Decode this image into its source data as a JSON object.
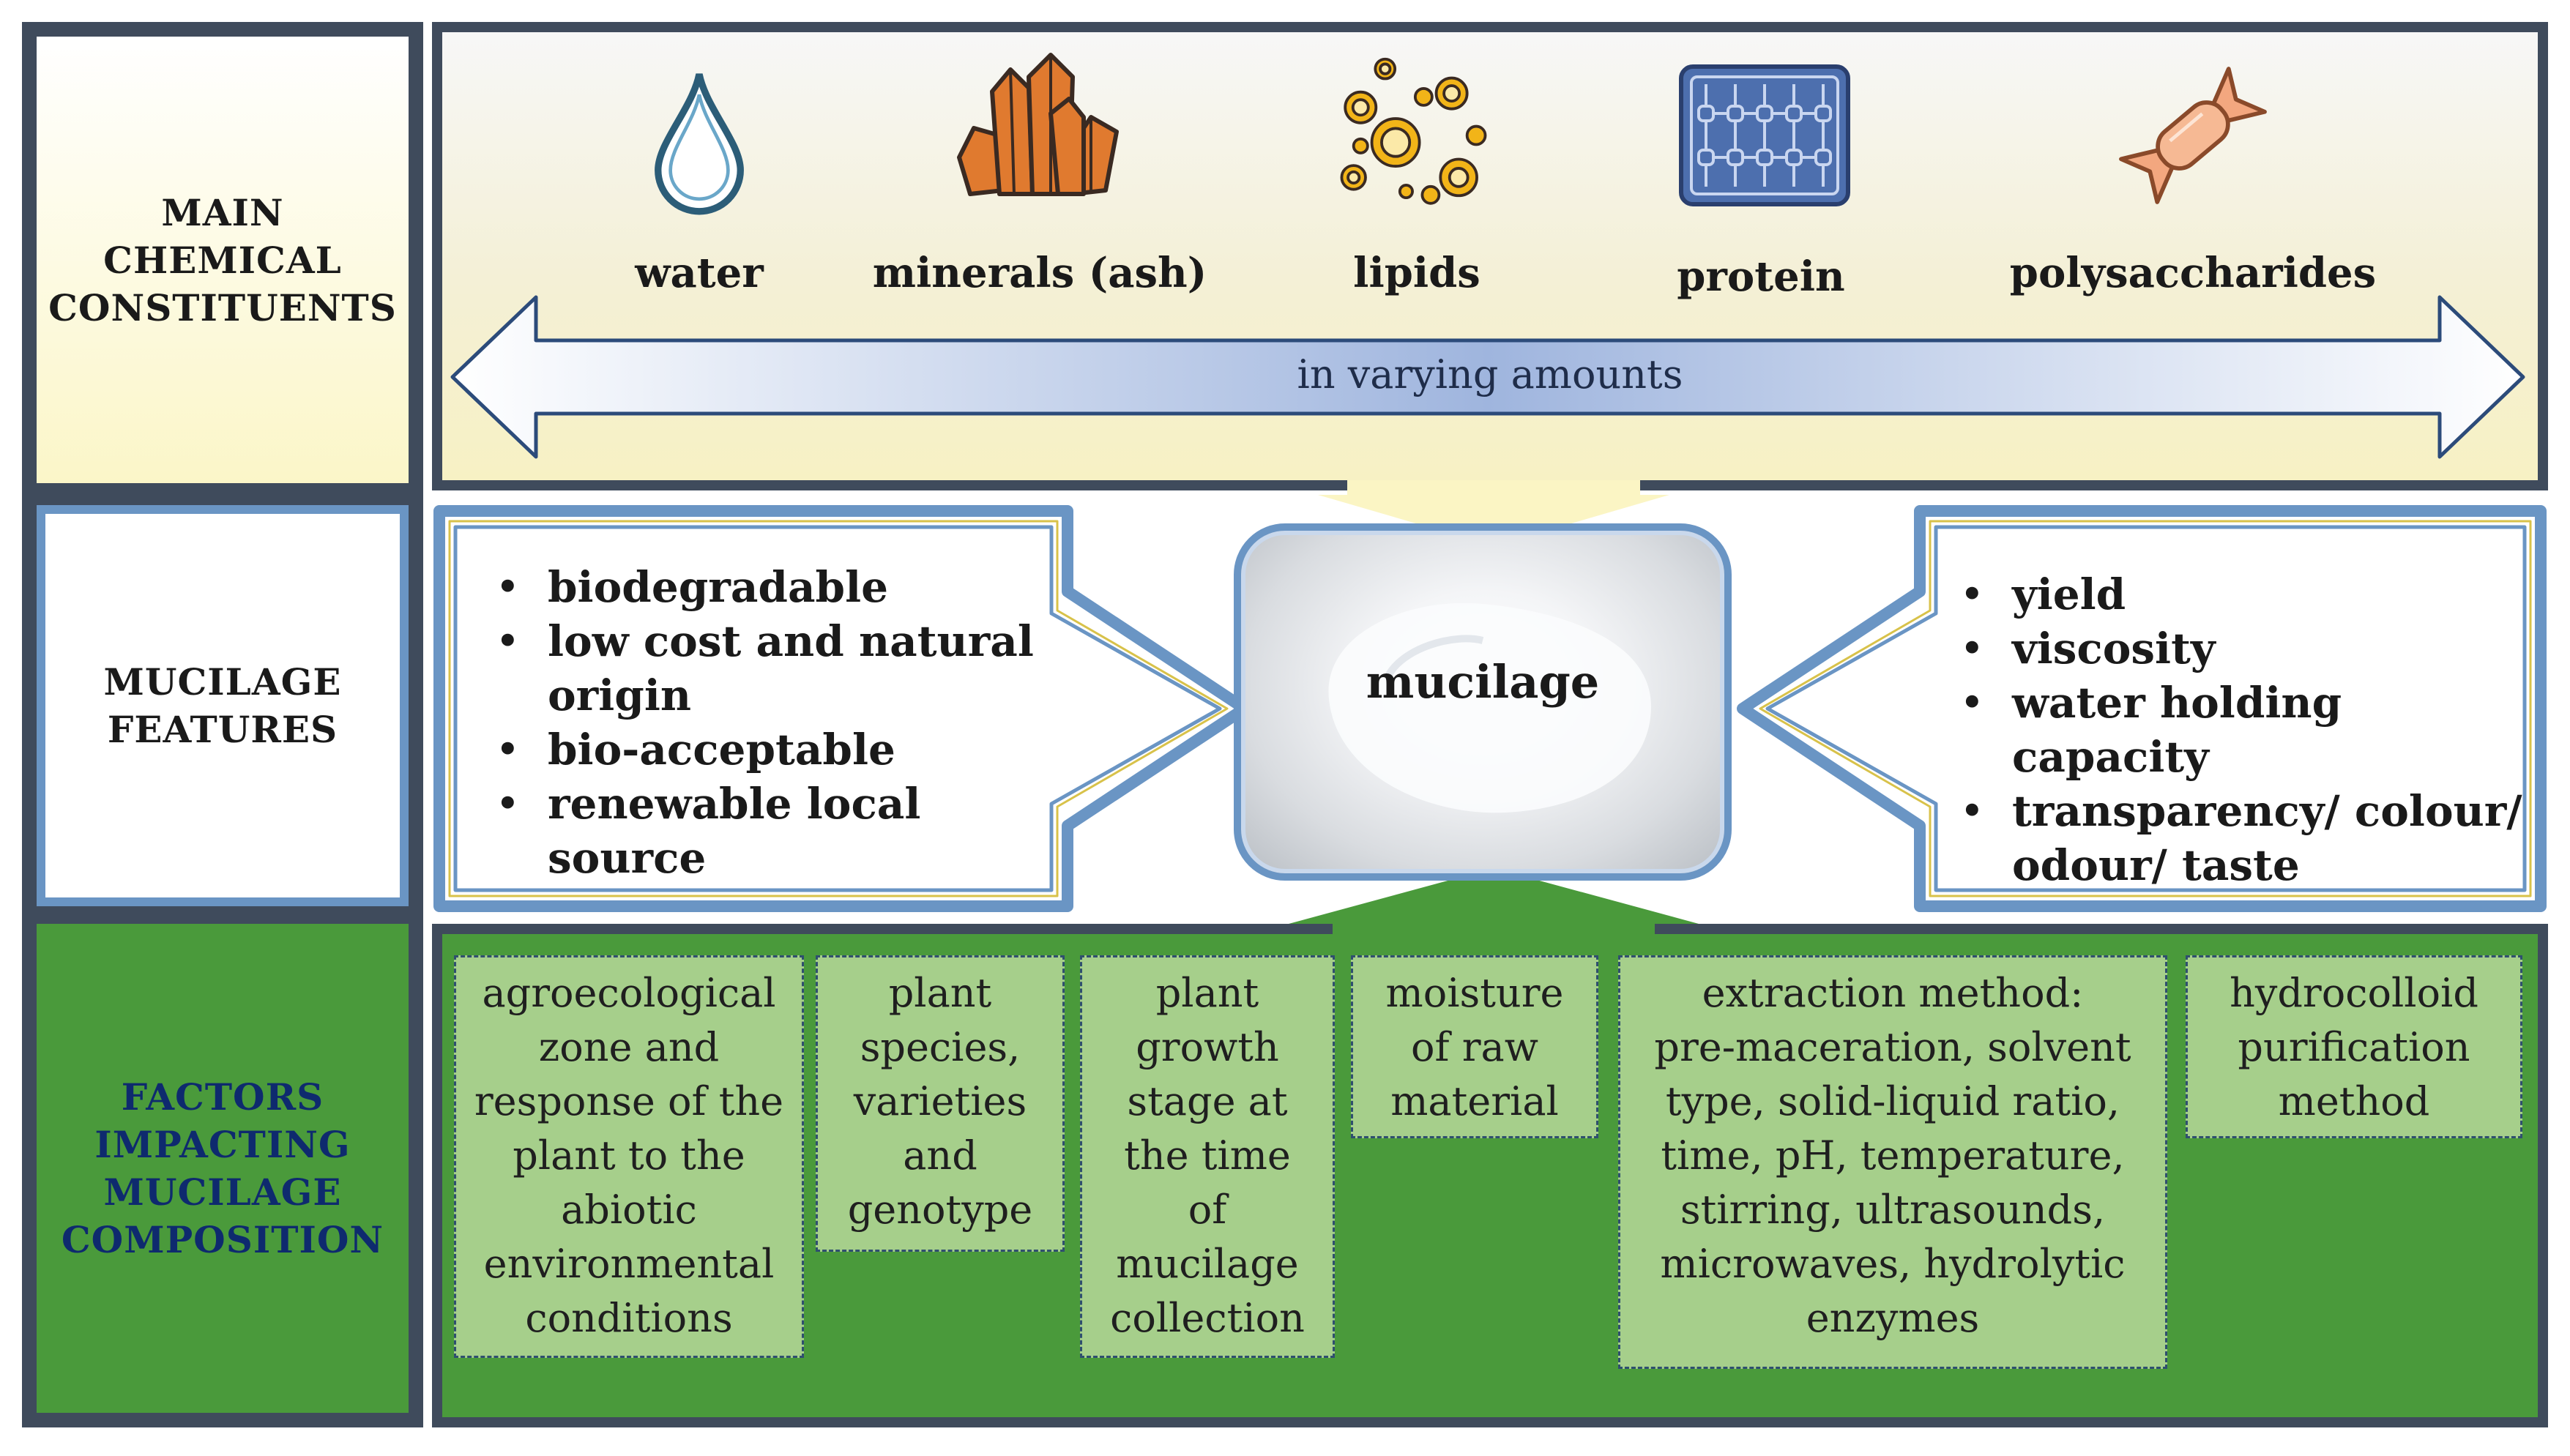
{
  "rows": {
    "constituents": "MAIN\nCHEMICAL\nCONSTITUENTS",
    "features": "MUCILAGE\nFEATURES",
    "factors": "FACTORS\nIMPACTING\nMUCILAGE\nCOMPOSITION"
  },
  "constituents": [
    {
      "label": "water",
      "icon": "water-drop-icon"
    },
    {
      "label": "minerals (ash)",
      "icon": "crystal-icon"
    },
    {
      "label": "lipids",
      "icon": "lipid-droplets-icon"
    },
    {
      "label": "protein",
      "icon": "protein-structure-icon"
    },
    {
      "label": "polysaccharides",
      "icon": "candy-icon"
    }
  ],
  "amounts_arrow": "in varying amounts",
  "center_label": "mucilage",
  "features_left": [
    "biodegradable",
    "low cost and natural\norigin",
    "bio-acceptable",
    "renewable local source"
  ],
  "features_right": [
    "yield",
    "viscosity",
    "water holding capacity",
    "transparency/ colour/\nodour/ taste"
  ],
  "factors": [
    "agroecological\nzone and\nresponse of the\nplant to the\nabiotic\nenvironmental\nconditions",
    "plant\nspecies,\nvarieties\nand\ngenotype",
    "plant\ngrowth\nstage at\nthe time\nof\nmucilage\ncollection",
    "moisture\nof raw\nmaterial",
    "extraction method:\npre-maceration, solvent\ntype, solid-liquid ratio,\ntime, pH, temperature,\nstirring, ultrasounds,\nmicrowaves, hydrolytic\nenzymes",
    "hydrocolloid\npurification\nmethod"
  ],
  "colors": {
    "frame": "#3f4b5c",
    "cream": "#fbf8d8",
    "green_dark": "#4a9a3b",
    "green_light": "#a6cf8b",
    "blue_border": "#6a95c4",
    "arrow_blue": "#9fb5de",
    "mineral_orange": "#e07a2f",
    "lipid_yellow": "#f2b418",
    "protein_blue": "#4d6fae",
    "candy_peach": "#f3a77f"
  }
}
